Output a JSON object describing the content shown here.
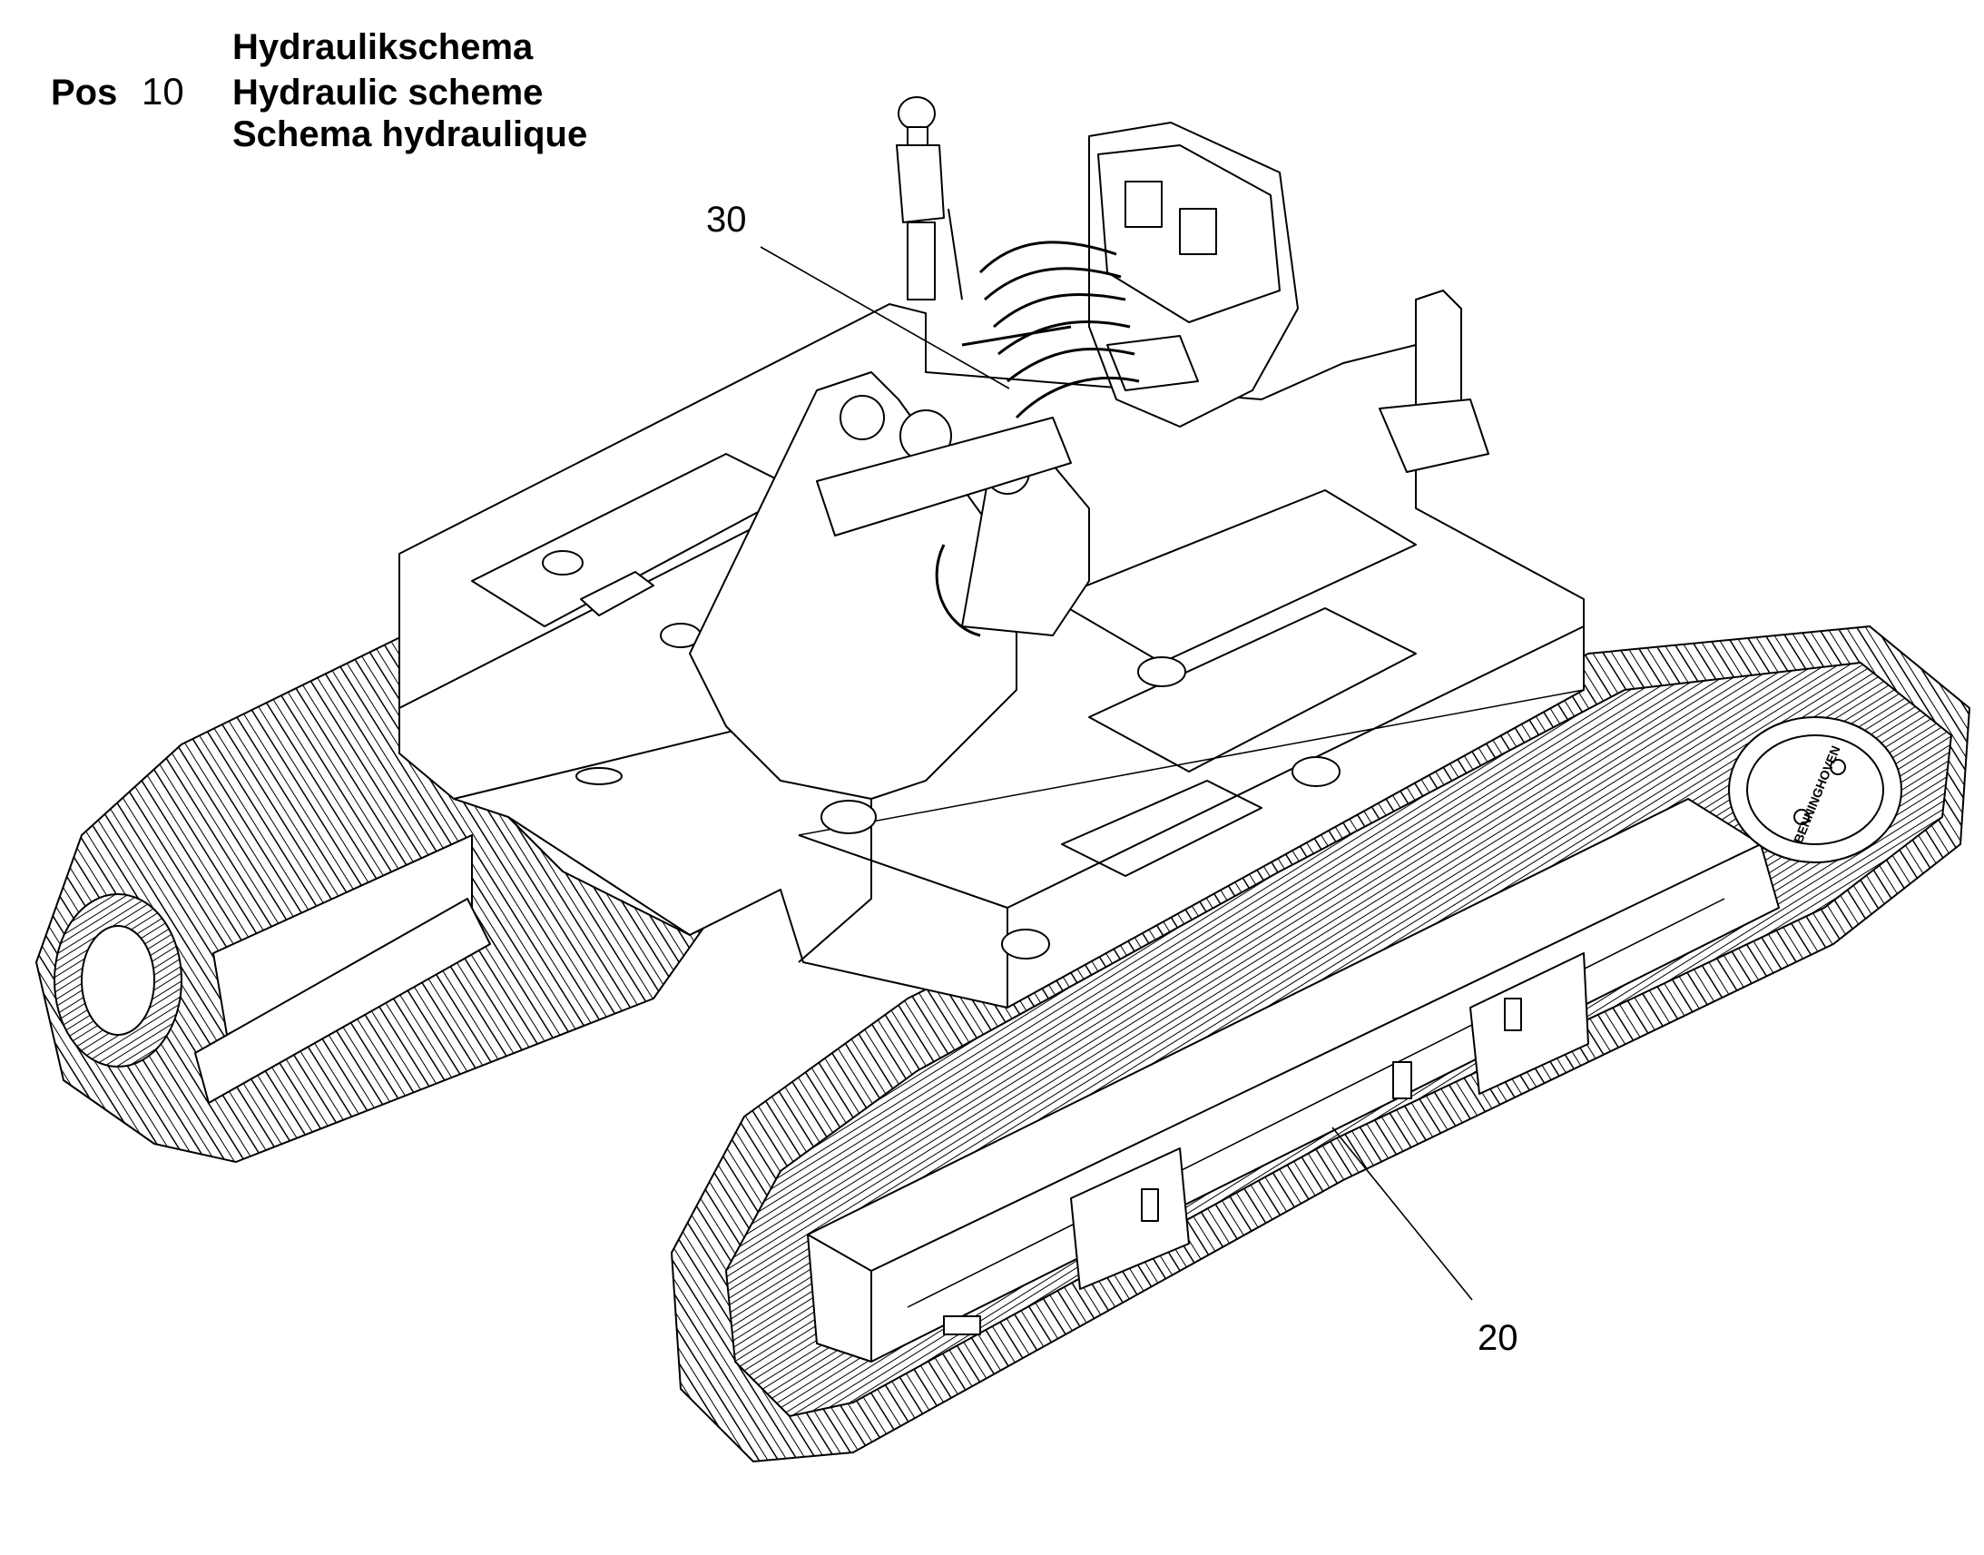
{
  "header": {
    "pos_label": "Pos",
    "pos_number": "10",
    "title_de": "Hydraulikschema",
    "title_en": "Hydraulic scheme",
    "title_fr": "Schema hydraulique"
  },
  "callouts": {
    "c30": "30",
    "c20": "20"
  },
  "track_brand": "BENNINGHOVEN"
}
